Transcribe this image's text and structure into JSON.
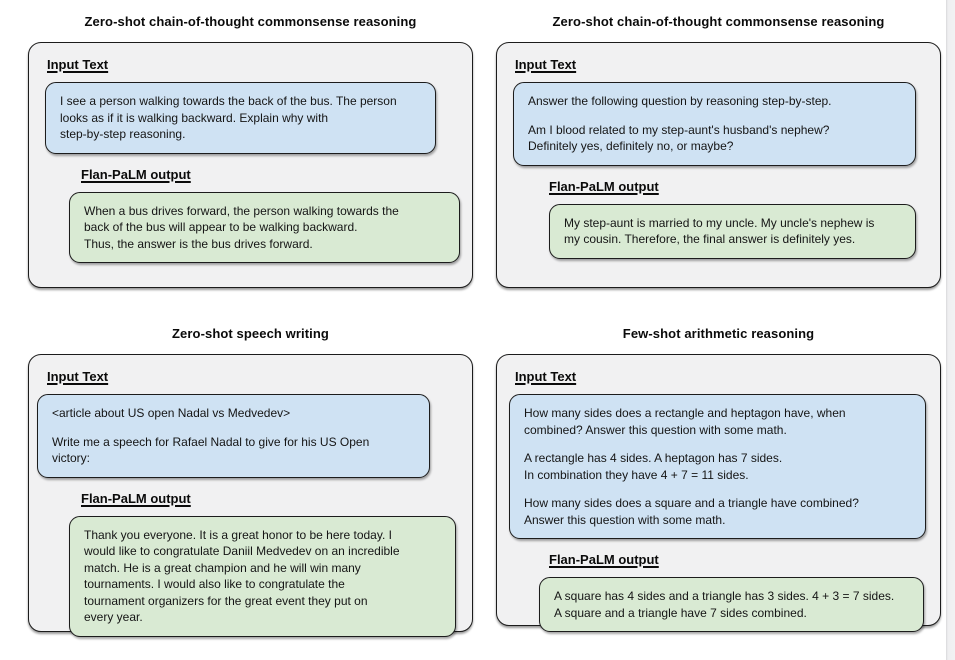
{
  "colors": {
    "panel_bg": "#f1f1f2",
    "input_bg": "#cfe2f3",
    "output_bg": "#d9ead3",
    "border": "#1c1c1c"
  },
  "panels": [
    {
      "title": "Zero-shot chain-of-thought commonsense reasoning",
      "input_label": "Input Text",
      "output_label": "Flan-PaLM output",
      "input": [
        "I see a person walking towards the back of the bus. The person\nlooks as if it is walking backward. Explain why with\nstep-by-step reasoning."
      ],
      "output": [
        "When a bus drives forward, the person walking towards the\nback of the bus will appear to be walking backward.\nThus, the answer is the bus drives forward."
      ]
    },
    {
      "title": "Zero-shot chain-of-thought commonsense reasoning",
      "input_label": "Input Text",
      "output_label": "Flan-PaLM output",
      "input": [
        "Answer the following question by reasoning step-by-step.",
        "Am I blood related to my step-aunt's husband's nephew?\nDefinitely yes, definitely no, or maybe?"
      ],
      "output": [
        "My step-aunt is married to my uncle. My uncle's nephew is\nmy cousin. Therefore, the final answer is definitely yes."
      ]
    },
    {
      "title": "Zero-shot speech writing",
      "input_label": "Input Text",
      "output_label": "Flan-PaLM output",
      "input": [
        "<article about US open Nadal vs Medvedev>",
        "Write me a speech for Rafael Nadal to give for his US Open\nvictory:"
      ],
      "output": [
        "Thank you everyone. It is a great honor to be here today. I\nwould like to congratulate Daniil Medvedev on an incredible\nmatch. He is a great champion and he will win many\ntournaments. I would also like to congratulate the\ntournament organizers for the great event they put on\nevery year."
      ]
    },
    {
      "title": "Few-shot arithmetic reasoning",
      "input_label": "Input Text",
      "output_label": "Flan-PaLM output",
      "input": [
        "How many sides does a rectangle and heptagon have, when\ncombined? Answer this question with some math.",
        "A rectangle has 4 sides. A heptagon has 7 sides.\nIn combination they have 4 + 7 = 11 sides.",
        "How many sides does a square and a triangle have combined?\nAnswer this question with some math."
      ],
      "output": [
        "A square has 4 sides and a triangle has 3 sides. 4 + 3 = 7 sides.\nA square and a triangle have 7 sides combined."
      ]
    }
  ]
}
